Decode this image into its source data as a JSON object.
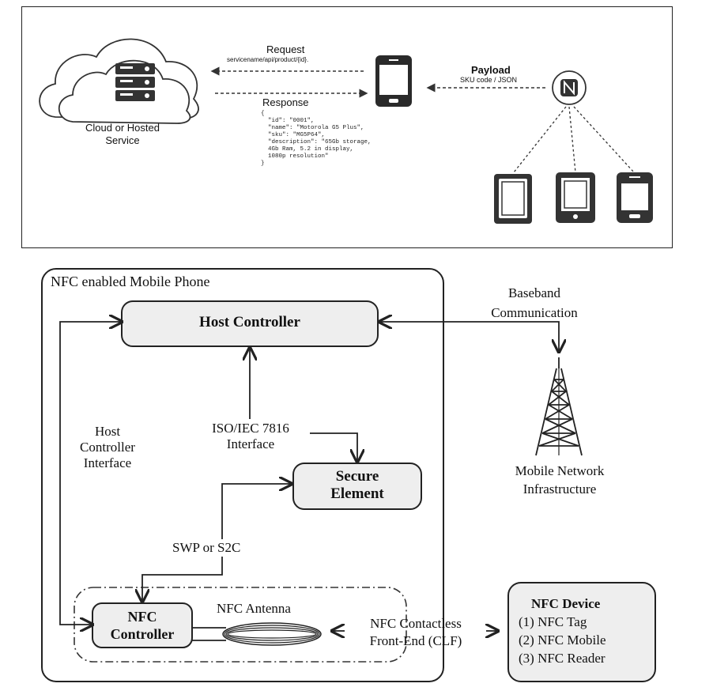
{
  "top": {
    "cloud_label_line1": "Cloud or Hosted",
    "cloud_label_line2": "Service",
    "request_label": "Request",
    "request_path": "servicename/api/product/{id}.",
    "response_label": "Response",
    "response_json": "{\n  \"id\": \"0001\",\n  \"name\": \"Motorola G5 Plus\",\n  \"sku\": \"MG5P64\",\n  \"description\": \"65Gb storage,\n  4Gb Ram, 5.2 in display,\n  1080p resolution\"\n}",
    "payload_label": "Payload",
    "payload_sub": "SKU code / JSON"
  },
  "bottom": {
    "phone_frame_title": "NFC enabled Mobile Phone",
    "host_controller": "Host Controller",
    "hci_line1": "Host",
    "hci_line2": "Controller",
    "hci_line3": "Interface",
    "iso_line1": "ISO/IEC 7816",
    "iso_line2": "Interface",
    "secure_line1": "Secure",
    "secure_line2": "Element",
    "swp": "SWP or S2C",
    "nfc_controller_line1": "NFC",
    "nfc_controller_line2": "Controller",
    "nfc_antenna": "NFC Antenna",
    "clf_line1": "NFC Contactless",
    "clf_line2": "Front-End (CLF)",
    "baseband_line1": "Baseband",
    "baseband_line2": "Communication",
    "mni_line1": "Mobile Network",
    "mni_line2": "Infrastructure",
    "device_title": "NFC Device",
    "device_items": [
      "(1) NFC Tag",
      "(2) NFC Mobile",
      "(3) NFC Reader"
    ]
  },
  "icons": [
    "cloud-icon",
    "server-icon",
    "smartphone-icon",
    "nfc-icon",
    "tablet-icon",
    "phone-icon",
    "cell-tower-icon"
  ]
}
